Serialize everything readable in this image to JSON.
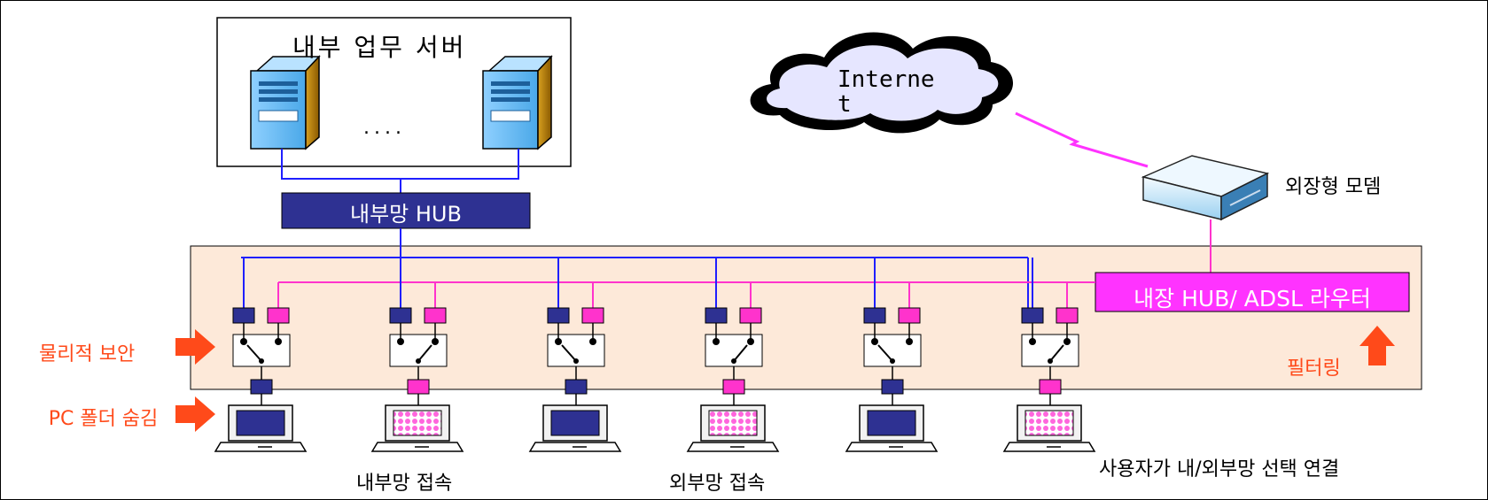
{
  "diagram": {
    "server_box_title": "내부  업무 서버",
    "server_dots": "....",
    "internal_hub": "내부망 HUB",
    "internet": "Interne\nt",
    "modem": "외장형 모뎀",
    "router": "내장 HUB/ ADSL 라우터",
    "security_physical": "물리적 보안",
    "security_folder": "PC 폴더 숨김",
    "filtering": "필터링",
    "connection_internal": "내부망 접속",
    "connection_external": "외부망 접속",
    "connection_select": "사용자가 내/외부망 선택 연결"
  },
  "colors": {
    "navy": "#2e3192",
    "magenta": "#ff33cc",
    "router_fill": "#ff33ff",
    "panel": "#fde9d9",
    "arrow": "#ff4a1a",
    "blue_line": "#1f1fff"
  },
  "pcs": [
    {
      "index": 1,
      "network": "internal",
      "switch": "left"
    },
    {
      "index": 2,
      "network": "external",
      "switch": "right"
    },
    {
      "index": 3,
      "network": "internal",
      "switch": "left"
    },
    {
      "index": 4,
      "network": "external",
      "switch": "right"
    },
    {
      "index": 5,
      "network": "internal",
      "switch": "left"
    },
    {
      "index": 6,
      "network": "external",
      "switch": "right"
    }
  ]
}
